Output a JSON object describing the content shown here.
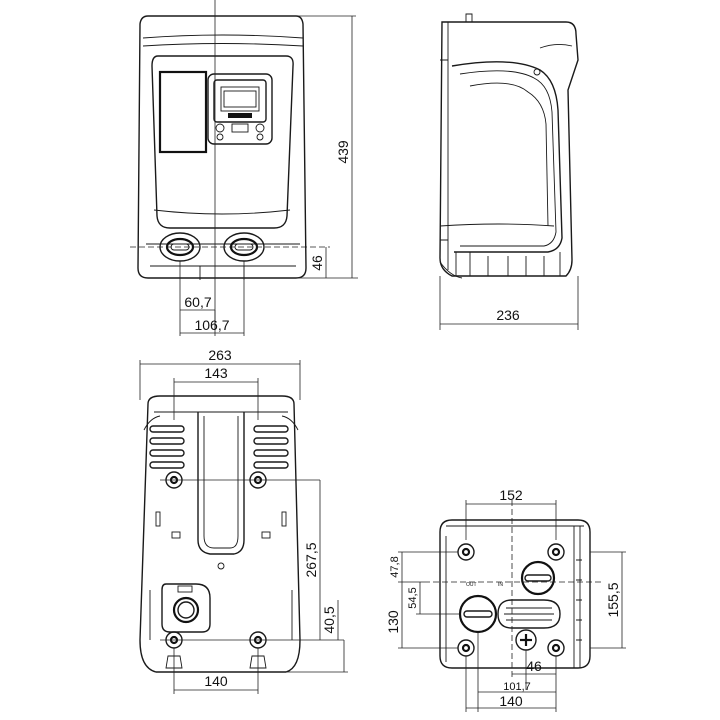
{
  "front_view": {
    "dims": {
      "height": "439",
      "inlet_height": "46",
      "left_outlet": "60,7",
      "right_outlet": "106,7"
    }
  },
  "side_view": {
    "dims": {
      "depth": "236"
    }
  },
  "back_view": {
    "dims": {
      "overall_width": "263",
      "top_holes": "143",
      "height": "267,5",
      "bottom_offset": "40,5",
      "bottom_holes": "140"
    }
  },
  "bottom_view": {
    "dims": {
      "top_width": "152",
      "left_top": "47,8",
      "left_mid": "54,5",
      "left_total": "130",
      "right_total": "155,5",
      "small_offset": "46",
      "mid_width": "101,7",
      "bottom_width": "140"
    },
    "labels": {
      "out": "OUT",
      "in": "IN"
    }
  }
}
